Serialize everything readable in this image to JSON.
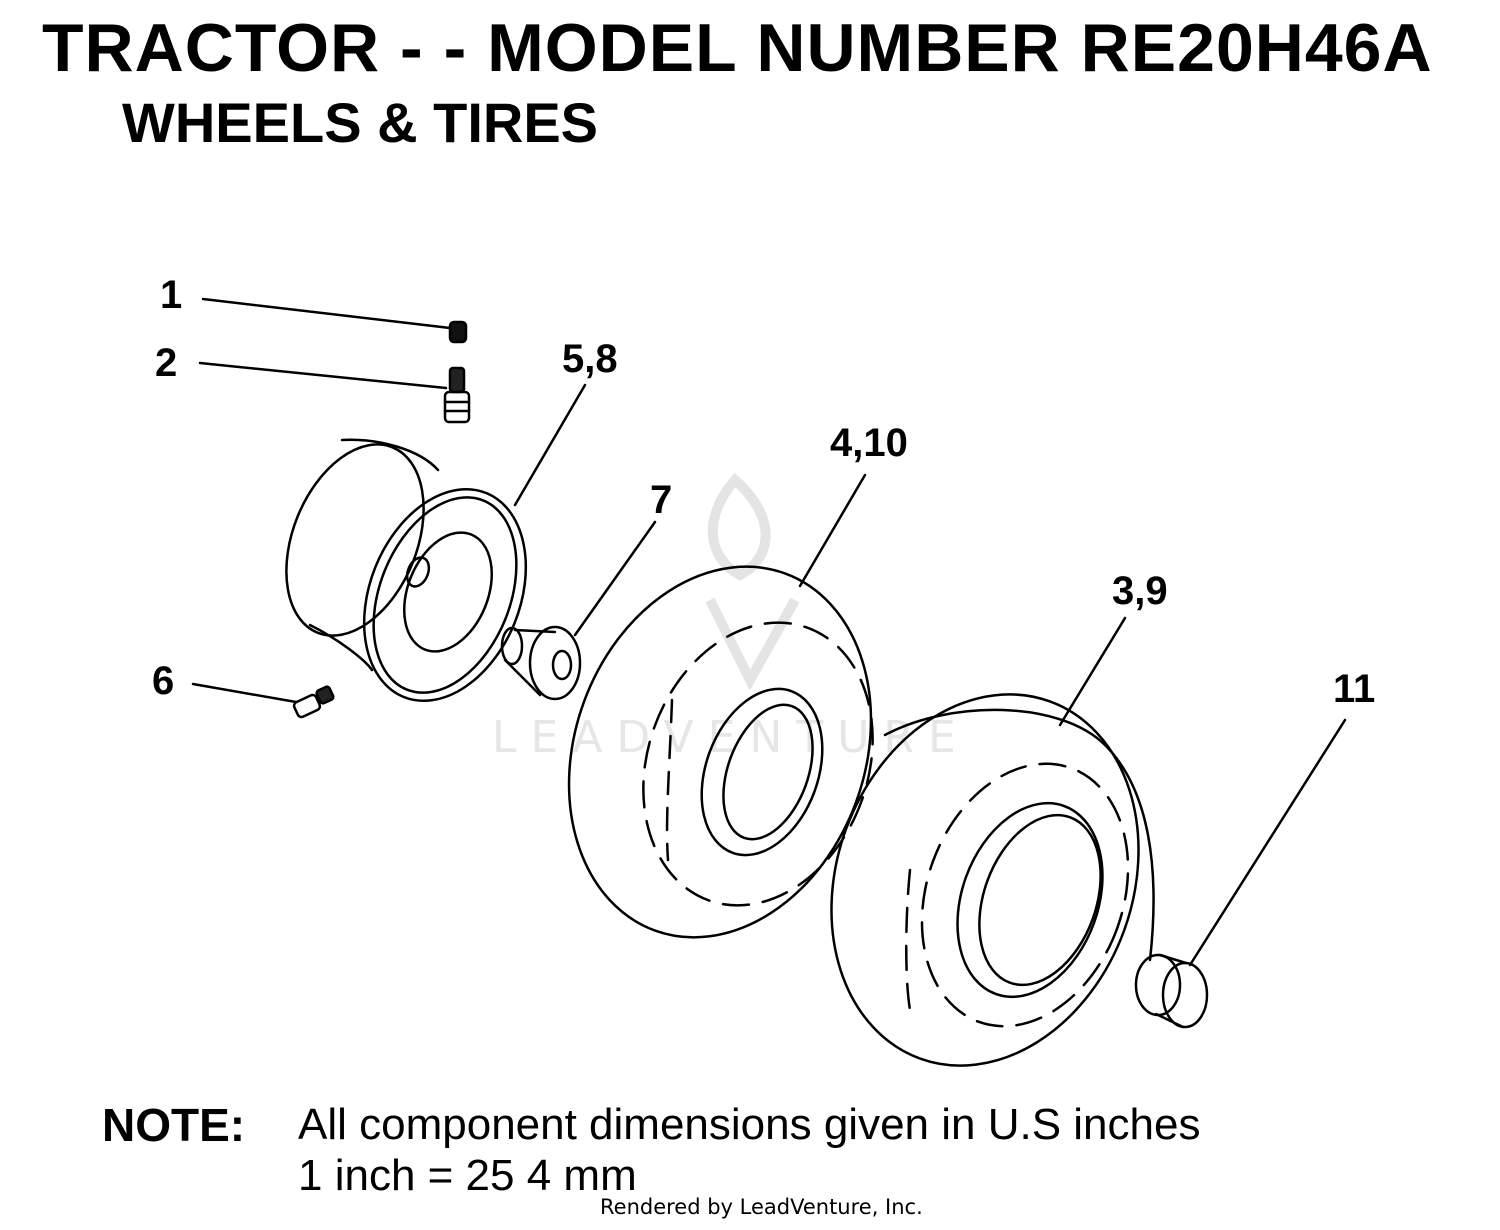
{
  "header": {
    "title": "TRACTOR - - MODEL NUMBER RE20H46A",
    "subtitle": "WHEELS & TIRES"
  },
  "callouts": [
    {
      "id": "c1",
      "label": "1"
    },
    {
      "id": "c2",
      "label": "2"
    },
    {
      "id": "c58",
      "label": "5,8"
    },
    {
      "id": "c7",
      "label": "7"
    },
    {
      "id": "c410",
      "label": "4,10"
    },
    {
      "id": "c39",
      "label": "3,9"
    },
    {
      "id": "c11",
      "label": "11"
    },
    {
      "id": "c6",
      "label": "6"
    }
  ],
  "watermark": {
    "text": "LEADVENTURE"
  },
  "note": {
    "label": "NOTE:",
    "line1": "All component dimensions given in U.S  inches",
    "line2": "1 inch = 25 4 mm"
  },
  "footer": {
    "text": "Rendered by LeadVenture, Inc."
  }
}
